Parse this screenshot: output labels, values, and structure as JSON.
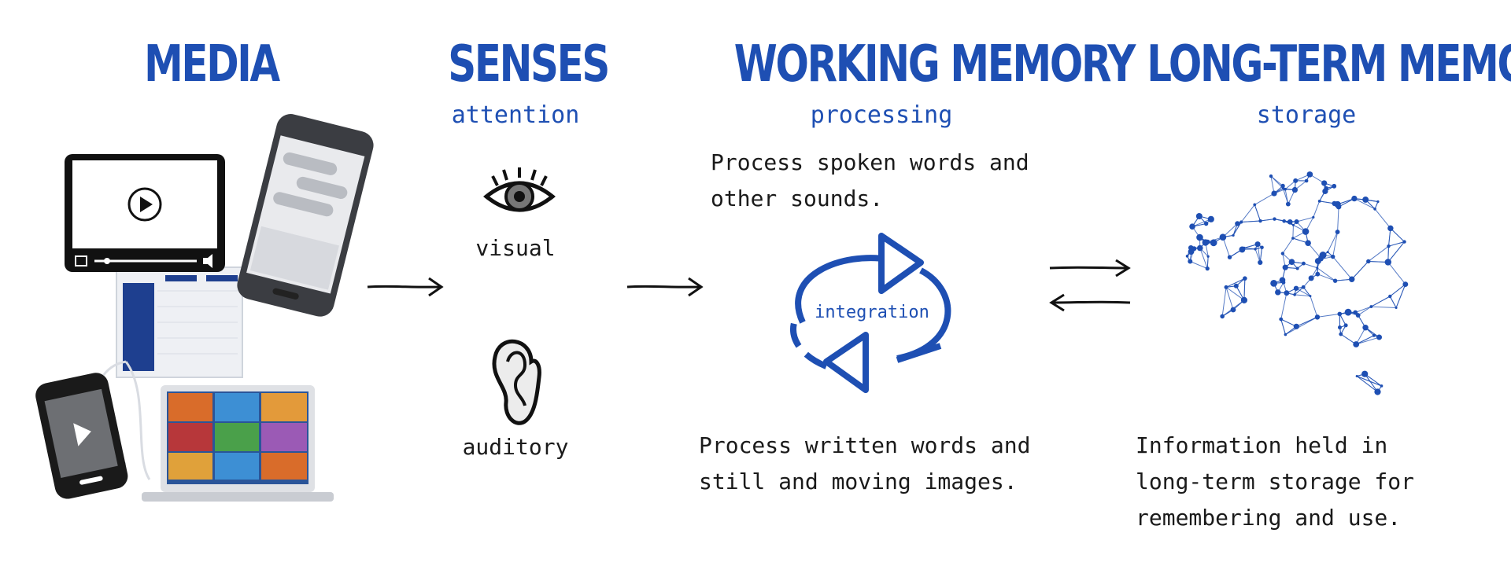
{
  "columns": {
    "media": {
      "title": "MEDIA"
    },
    "senses": {
      "title": "SENSES",
      "subtitle": "attention",
      "visual_label": "visual",
      "auditory_label": "auditory"
    },
    "working_memory": {
      "title": "WORKING MEMORY",
      "subtitle": "processing",
      "top_text": [
        "Process spoken words and",
        "other sounds."
      ],
      "cycle_label": "integration",
      "bottom_text": [
        "Process written words and",
        "still and moving images."
      ]
    },
    "long_term_memory": {
      "title": "LONG-TERM MEMORY",
      "subtitle": "storage",
      "text": [
        "Information held in",
        "long-term storage for",
        "remembering and use."
      ]
    }
  },
  "colors": {
    "accent": "#1e4fb3",
    "text": "#1a1a1a"
  },
  "icons": [
    "video-player-icon",
    "smartphone-icon",
    "tablet-table-icon",
    "music-player-icon",
    "laptop-video-call-icon",
    "eye-icon",
    "ear-icon",
    "integration-cycle-icon",
    "brain-network-icon",
    "arrow-right-icon",
    "bidirectional-arrows-icon"
  ]
}
